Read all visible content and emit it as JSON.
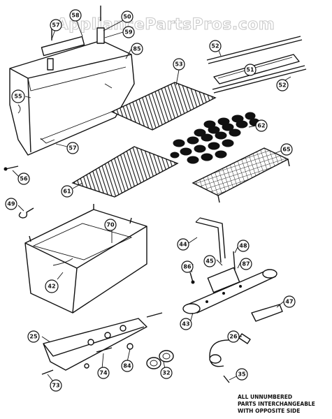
{
  "watermark": "AppliancePartsPros.com",
  "footnote": [
    "ALL UNNUMBERED",
    "PARTS INTERCHANGEABLE",
    "WITH OPPOSITE SIDE"
  ],
  "callouts": {
    "c58": "58",
    "c50": "50",
    "c57a": "57",
    "c59": "59",
    "c85": "85",
    "c55": "55",
    "c57b": "57",
    "c56": "56",
    "c52a": "52",
    "c51": "51",
    "c52b": "52",
    "c53": "53",
    "c62": "62",
    "c65": "65",
    "c61": "61",
    "c49": "49",
    "c70": "70",
    "c42": "42",
    "c44": "44",
    "c48": "48",
    "c45": "45",
    "c86": "86",
    "c87": "87",
    "c47": "47",
    "c43": "43",
    "c25": "25",
    "c84": "84",
    "c74": "74",
    "c73": "73",
    "c32": "32",
    "c26": "26",
    "c35": "35"
  }
}
